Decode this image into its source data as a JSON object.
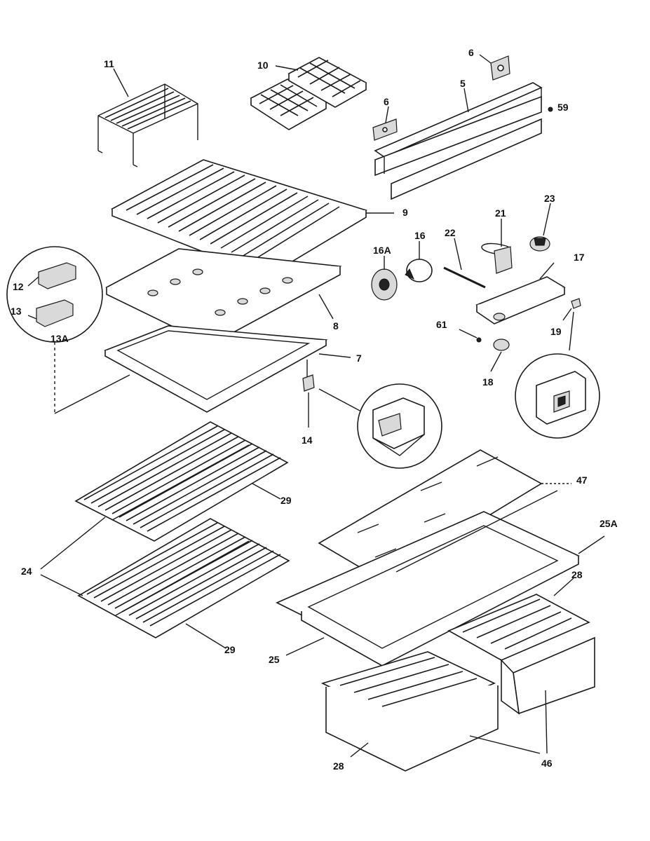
{
  "header": {
    "left_fragment": "",
    "right_fragment": ""
  },
  "labels": {
    "p11": "11",
    "p10": "10",
    "p6a": "6",
    "p6b": "6",
    "p5": "5",
    "p59": "59",
    "p9": "9",
    "p23": "23",
    "p21": "21",
    "p22": "22",
    "p16a": "16A",
    "p16": "16",
    "p17": "17",
    "p12": "12",
    "p13": "13",
    "p13a": "13A",
    "p8": "8",
    "p61": "61",
    "p19": "19",
    "p18": "18",
    "p7": "7",
    "p14": "14",
    "p47": "47",
    "p29a": "29",
    "p25a": "25A",
    "p24": "24",
    "p28a": "28",
    "p29b": "29",
    "p25": "25",
    "p28b": "28",
    "p46": "46"
  }
}
